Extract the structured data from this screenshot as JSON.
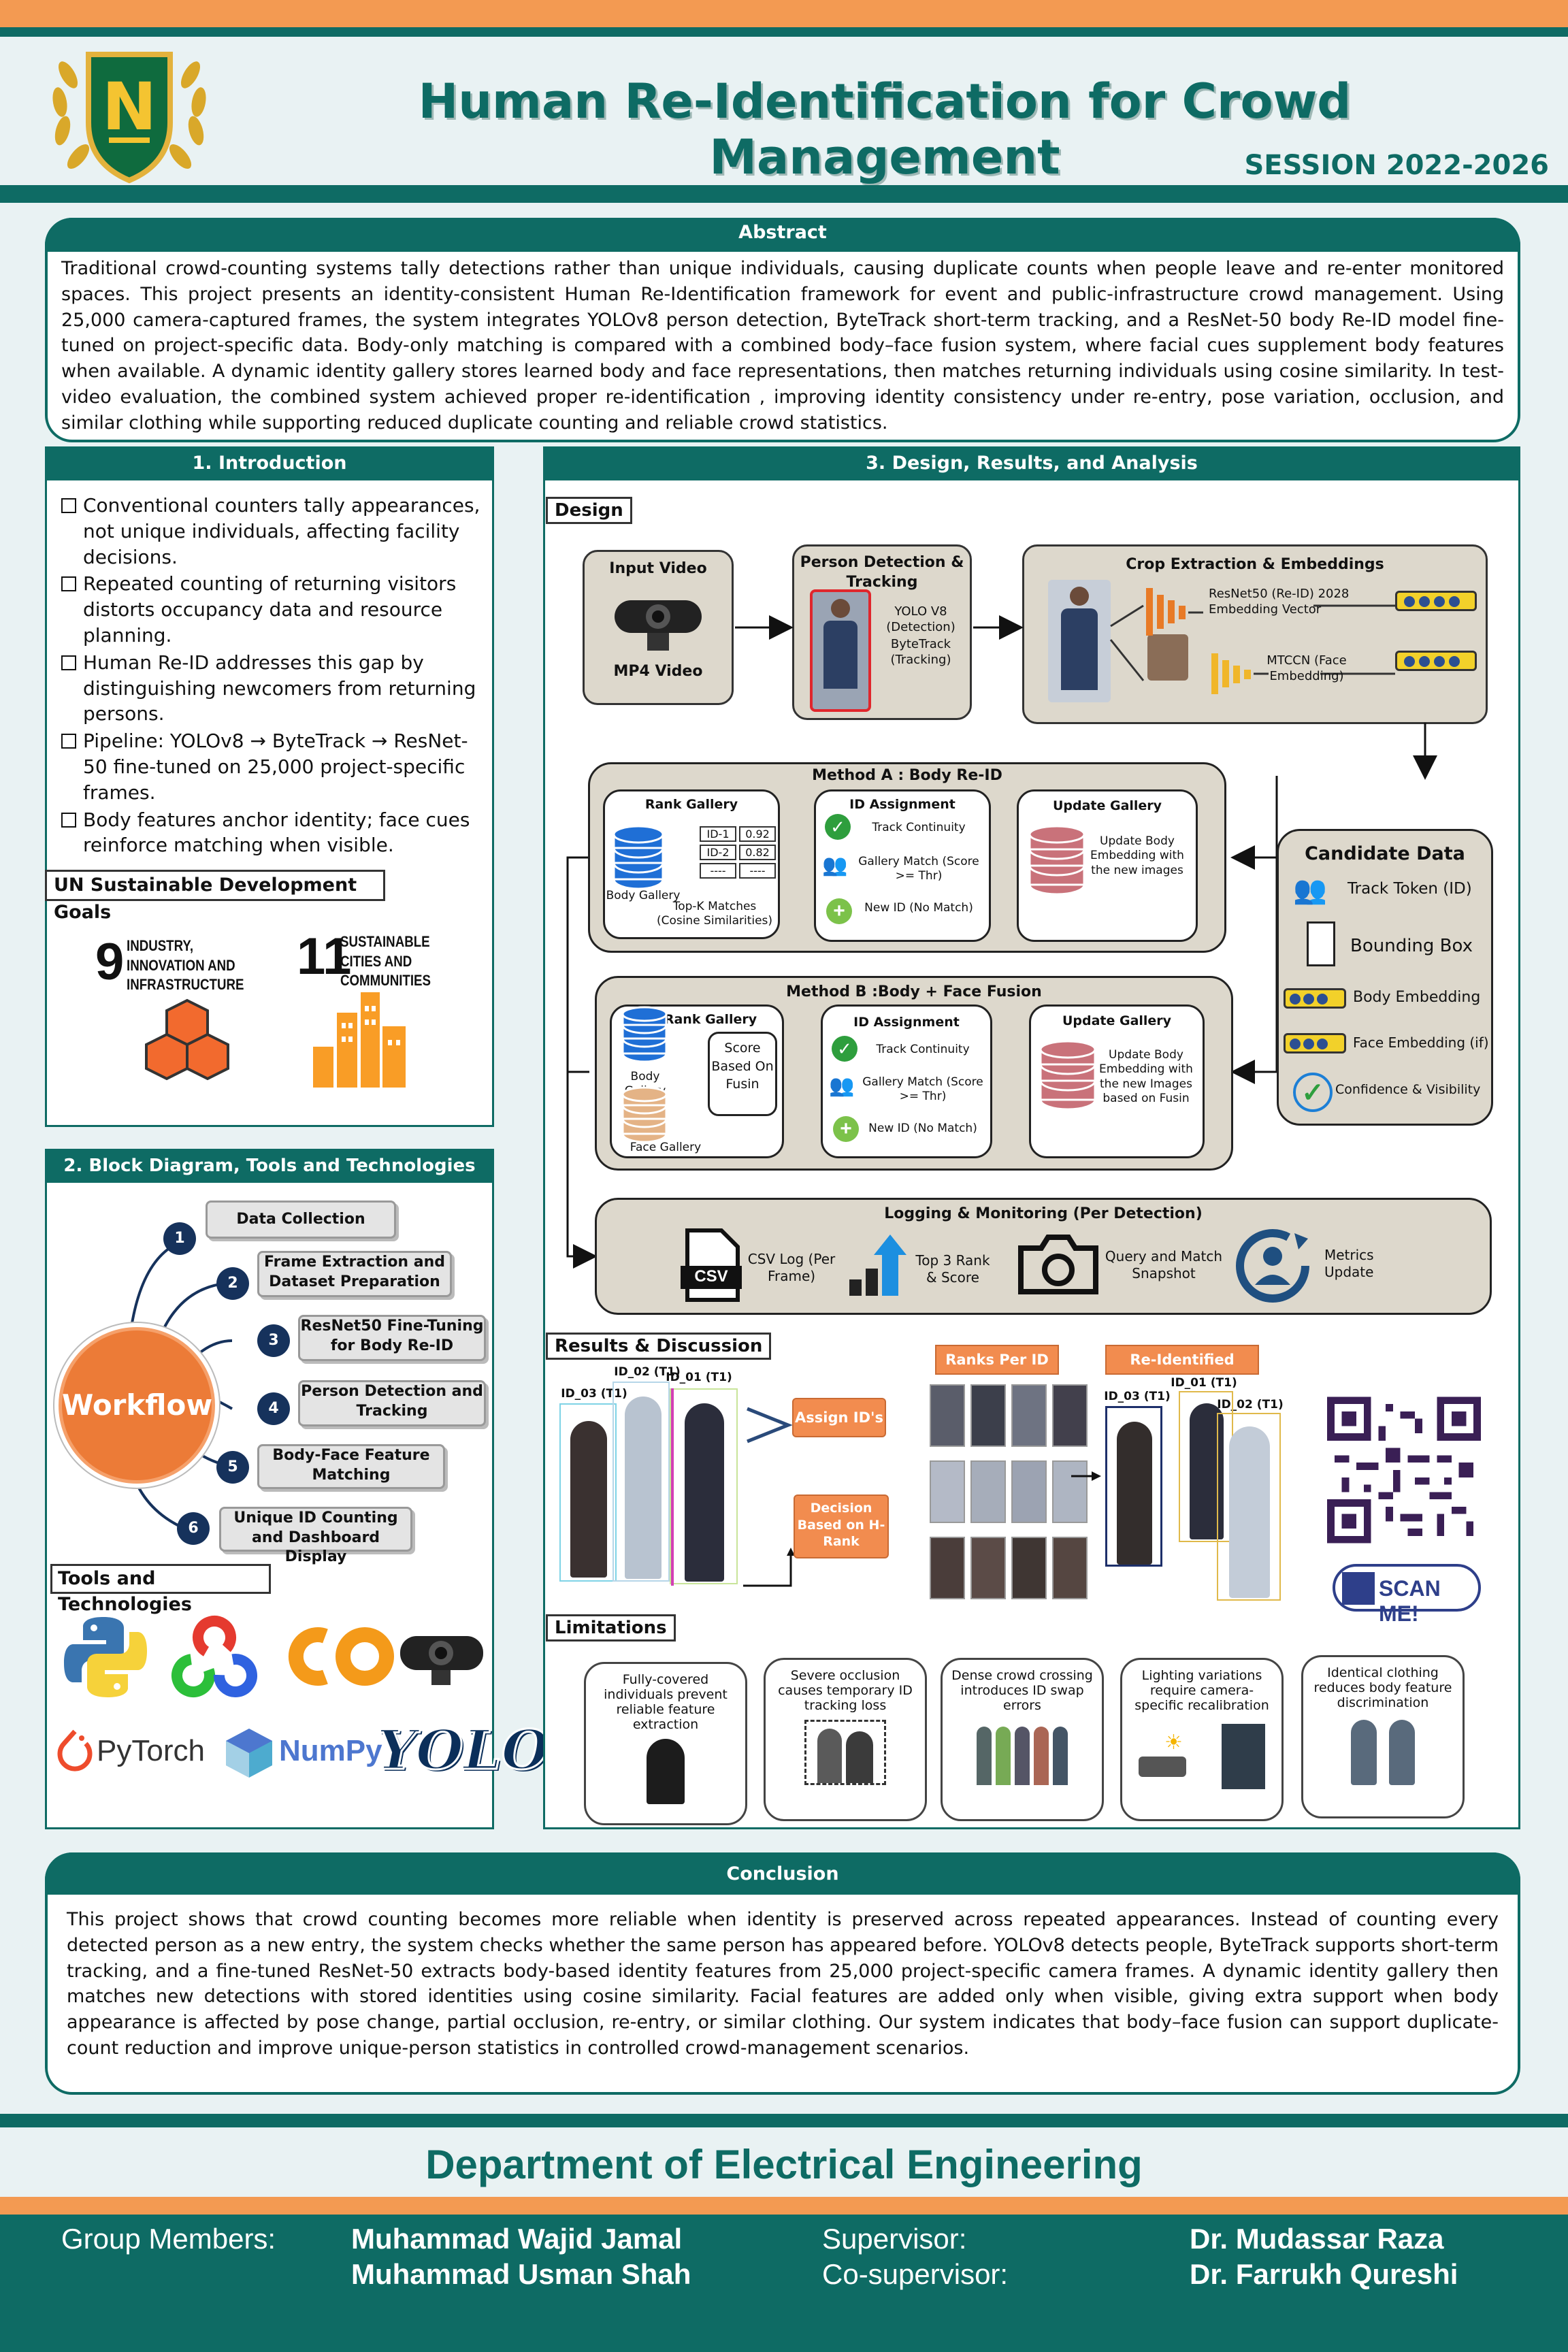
{
  "header": {
    "logo_letter": "N",
    "title": "Human Re-Identification for Crowd Management",
    "session": "SESSION 2022-2026"
  },
  "abstract": {
    "heading": "Abstract",
    "text": "Traditional crowd-counting systems tally detections rather than unique individuals, causing duplicate counts when people leave and re-enter monitored spaces. This project presents an identity-consistent Human Re-Identification framework for event and public-infrastructure crowd management. Using 25,000 camera-captured frames, the system integrates YOLOv8 person detection, ByteTrack short-term tracking, and a ResNet-50 body Re-ID model fine-tuned on project-specific data. Body-only matching is compared with a combined body–face fusion system, where facial cues supplement body features when available. A dynamic identity gallery stores learned body and face representations, then matches returning individuals using cosine similarity. In test-video evaluation, the combined system achieved proper re-identification , improving identity consistency under re-entry, pose variation, occlusion, and similar clothing while supporting reduced duplicate counting and reliable crowd statistics."
  },
  "intro": {
    "heading": "1. Introduction",
    "items": [
      "Conventional counters tally appearances, not unique individuals, affecting facility decisions.",
      "Repeated counting of returning visitors distorts occupancy data and resource planning.",
      "Human Re-ID addresses this gap by distinguishing newcomers from returning persons.",
      "Pipeline: YOLOv8 → ByteTrack → ResNet-50 fine-tuned on 25,000 project-specific frames.",
      "Body features anchor identity; face cues reinforce matching when visible."
    ],
    "sdg_heading": "UN Sustainable Development Goals",
    "sdg9_num": "9",
    "sdg9_text": "INDUSTRY, INNOVATION AND INFRASTRUCTURE",
    "sdg11_num": "11",
    "sdg11_text": "SUSTAINABLE CITIES AND COMMUNITIES"
  },
  "block": {
    "heading": "2. Block Diagram, Tools and Technologies",
    "center": "Workflow",
    "steps": [
      {
        "n": "1",
        "label": "Data Collection"
      },
      {
        "n": "2",
        "label": "Frame Extraction and Dataset Preparation"
      },
      {
        "n": "3",
        "label": "ResNet50 Fine-Tuning for Body Re-ID"
      },
      {
        "n": "4",
        "label": "Person Detection and Tracking"
      },
      {
        "n": "5",
        "label": "Body-Face Feature Matching"
      },
      {
        "n": "6",
        "label": "Unique ID Counting and Dashboard Display"
      }
    ],
    "tools_heading": "Tools and Technologies",
    "tools": [
      "PyTorch",
      "NumPy",
      "YOLO"
    ]
  },
  "design": {
    "heading": "3. Design, Results, and Analysis",
    "sub_design": "Design",
    "input_title": "Input Video",
    "input_caption": "MP4 Video",
    "detect_title": "Person Detection & Tracking",
    "detect_items": [
      "YOLO V8 (Detection)",
      "ByteTrack (Tracking)"
    ],
    "crop_title": "Crop Extraction & Embeddings",
    "crop_resnet": "ResNet50 (Re-ID) 2028 Embedding Vector",
    "crop_mtccn": "MTCCN (Face Embedding)",
    "methodA_title": "Method A : Body Re-ID",
    "rank_gallery": "Rank Gallery",
    "body_gallery": "Body Gallery",
    "rank_rows": [
      {
        "id": "ID-1",
        "score": "0.92"
      },
      {
        "id": "ID-2",
        "score": "0.82"
      },
      {
        "id": "----",
        "score": "----"
      }
    ],
    "topk": "Top-K Matches (Cosine Similarities)",
    "id_assign": "ID Assignment",
    "track_cont": "Track Continuity",
    "gallery_match": "Gallery Match (Score >= Thr)",
    "new_id": "New ID (No Match)",
    "update_gallery": "Update Gallery",
    "update_a": "Update Body Embedding with the new images",
    "methodB_title": "Method B :Body + Face Fusion",
    "face_gallery": "Face Gallery",
    "score_fusion": "Score Based On Fusin",
    "update_b": "Update Body Embedding with the new Images based on Fusin",
    "candidate_title": "Candidate Data",
    "candidate_items": [
      "Track Token (ID)",
      "Bounding Box",
      "Body Embedding",
      "Face Embedding (if)",
      "Confidence & Visibility"
    ],
    "logging_title": "Logging & Monitoring (Per Detection)",
    "log_items": [
      "CSV Log (Per Frame)",
      "Top 3 Rank & Score",
      "Query and Match Snapshot",
      "Metrics Update"
    ],
    "csv_icon": "CSV"
  },
  "results": {
    "heading": "Results & Discussion",
    "ids_left": [
      "ID_03 (T1)",
      "ID_02 (T1)",
      "ID_01 (T1)"
    ],
    "assign": "Assign ID's",
    "decision": "Decision Based on H-Rank",
    "ranks": "Ranks Per ID",
    "reid": "Re-Identified Persons",
    "ids_right": [
      "ID_03 (T1)",
      "ID_01 (T1)",
      "ID_02 (T1)"
    ],
    "scan": "SCAN ME!"
  },
  "limitations": {
    "heading": "Limitations",
    "items": [
      "Fully-covered individuals prevent reliable feature extraction",
      "Severe occlusion causes temporary ID tracking loss",
      "Dense crowd crossing introduces ID swap errors",
      "Lighting variations require camera-specific recalibration",
      "Identical clothing reduces body feature discrimination"
    ]
  },
  "conclusion": {
    "heading": "Conclusion",
    "text": "This project shows that crowd counting becomes more reliable when identity is preserved across repeated appearances. Instead of counting every detected person as a new entry, the system checks whether the same person has appeared before. YOLOv8 detects people, ByteTrack supports short-term tracking, and a fine-tuned ResNet-50 extracts body-based identity features from 25,000 project-specific camera frames. A dynamic identity gallery then matches new detections with stored identities using cosine similarity. Facial features are added only when visible, giving extra support when body appearance is affected by pose change, partial occlusion, re-entry, or similar clothing. Our system indicates that body–face fusion can support duplicate-count reduction and improve unique-person statistics in controlled crowd-management scenarios."
  },
  "footer": {
    "department": "Department of Electrical Engineering",
    "members_label": "Group Members:",
    "members": [
      "Muhammad Wajid Jamal",
      "Muhammad Usman Shah"
    ],
    "supervisor_label": "Supervisor:",
    "supervisor": "Dr. Mudassar Raza",
    "cosupervisor_label": "Co-supervisor:",
    "cosupervisor": "Dr. Farrukh Qureshi"
  },
  "colors": {
    "teal": "#0e6b64",
    "orange": "#f39a52",
    "sdg9": "#f26a2e",
    "sdg11": "#f99d26"
  }
}
